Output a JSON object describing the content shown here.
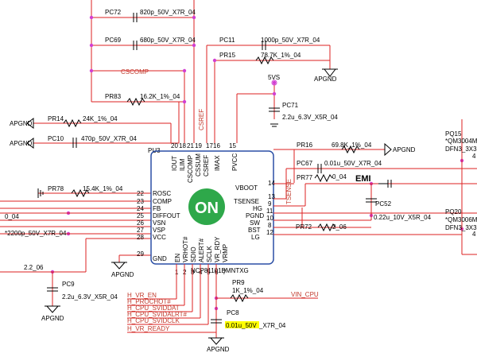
{
  "schematic": {
    "top_components": [
      {
        "ref": "PC72",
        "value": "820p_50V_X7R_04"
      },
      {
        "ref": "PC69",
        "value": "680p_50V_X7R_04"
      },
      {
        "ref": "PC11",
        "value": "1000p_50V_X7R_04"
      },
      {
        "ref": "PR15",
        "value": "78.7K_1%_04"
      },
      {
        "ref": "PR83",
        "value": "16.2K_1%_04"
      }
    ],
    "net_cscomp": "CSCOMP",
    "net_csref": "CSREF",
    "rail_5vs": "5VS",
    "pc71": {
      "ref": "PC71",
      "value": "2.2u_6.3V_X5R_04"
    },
    "left_components": [
      {
        "ref": "PR14",
        "value": "24K_1%_04"
      },
      {
        "ref": "PC10",
        "value": "470p_50V_X7R_04"
      },
      {
        "ref": "PR78",
        "value": "15.4K_1%_04"
      }
    ],
    "partial_labels": {
      "l1": "0_04",
      "l2": "*2200p_50V_X7R_04",
      "l3": "2.2_06"
    },
    "apgnd": "APGND",
    "ic": {
      "ref": "PU3",
      "part": "NCP81101BMNTXG",
      "logo": "ON",
      "top_pins": [
        {
          "num": "20",
          "name": "IOUT"
        },
        {
          "num": "18",
          "name": "ILIM"
        },
        {
          "num": "21",
          "name": "CSCOMP"
        },
        {
          "num": "19",
          "name": "CSSUM"
        },
        {
          "num": "17",
          "name": "CSREF"
        },
        {
          "num": "16",
          "name": "IMAX"
        },
        {
          "num": "15",
          "name": "PVCC"
        }
      ],
      "left_pins": [
        {
          "num": "22",
          "name": "ROSC"
        },
        {
          "num": "23",
          "name": "COMP"
        },
        {
          "num": "24",
          "name": "FB"
        },
        {
          "num": "25",
          "name": "DIFFOUT"
        },
        {
          "num": "26",
          "name": "VSN"
        },
        {
          "num": "27",
          "name": "VSP"
        },
        {
          "num": "28",
          "name": "VCC"
        },
        {
          "num": "29",
          "name": "GND"
        }
      ],
      "right_pins": [
        {
          "num": "14",
          "name": "VBOOT"
        },
        {
          "num": "13",
          "name": "TSENSE"
        },
        {
          "num": "9",
          "name": "HG"
        },
        {
          "num": "11",
          "name": "PGND"
        },
        {
          "num": "10",
          "name": "SW"
        },
        {
          "num": "8",
          "name": "BST"
        },
        {
          "num": "12",
          "name": "LG"
        }
      ],
      "bottom_pins": [
        {
          "num": "1",
          "name": "EN"
        },
        {
          "num": "2",
          "name": "VRHOT#"
        },
        {
          "num": "3",
          "name": "SDIO"
        },
        {
          "num": "4",
          "name": "ALERT#"
        },
        {
          "num": "5",
          "name": "SCLK"
        },
        {
          "num": "6",
          "name": "VR_RDY"
        },
        {
          "num": "7",
          "name": "VRMP"
        }
      ]
    },
    "right_components": [
      {
        "ref": "PR16",
        "value": "69.8K_1%_04"
      },
      {
        "ref": "PC67",
        "value": "0.01u_50V_X7R_04"
      },
      {
        "ref": "PR77",
        "value": "0_04"
      },
      {
        "ref": "PC52",
        "value": "0.22u_10V_X5R_04"
      },
      {
        "ref": "PR72",
        "value": "2_06"
      }
    ],
    "net_tsense": "TSENSE",
    "emi": "EMI",
    "mosfets": [
      {
        "ref": "PQ15",
        "part": "*QM3004M",
        "pkg": "DFN3_3X3",
        "pin": "4"
      },
      {
        "ref": "PQ20",
        "part": "*QM3006M",
        "pkg": "DFN3_3X3",
        "pin": "4"
      }
    ],
    "pc9": {
      "ref": "PC9",
      "value": "2.2u_6.3V_X5R_04"
    },
    "signals": [
      "H_VR_EN",
      "H_PROCHOT#",
      "H_CPU_SVIDDAT",
      "H_CPU_SVIDALRT#",
      "H_CPU_SVIDCLK",
      "H_VR_READY"
    ],
    "pr9": {
      "ref": "PR9",
      "value": "1K_1%_04"
    },
    "vin_cpu": "VIN_CPU",
    "pc8": {
      "ref": "PC8",
      "value_hl": "0.01u_50V",
      "value_rest": "_X7R_04"
    }
  }
}
